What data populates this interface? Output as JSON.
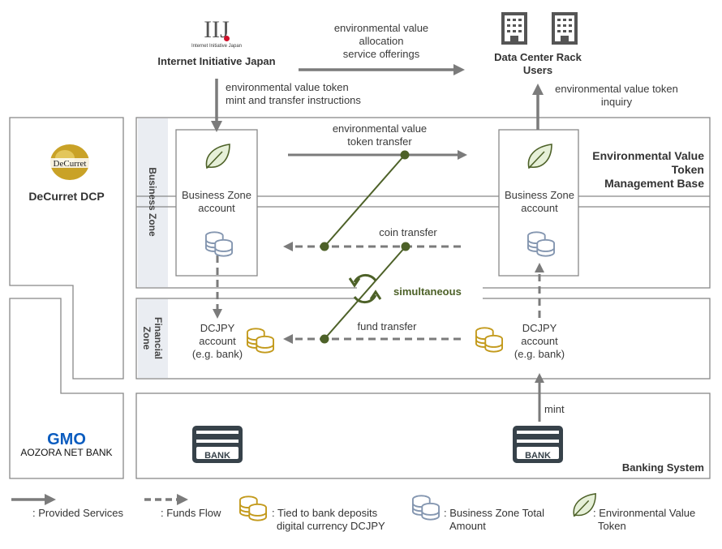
{
  "actors": {
    "iij": {
      "logo_text": "IIJ",
      "logo_subtext": "Internet Initiative Japan",
      "name": "Internet Initiative Japan"
    },
    "users": {
      "name_line1": "Data Center Rack",
      "name_line2": "Users"
    },
    "decurret": {
      "logo_text": "DeCurret",
      "name": "DeCurret DCP"
    },
    "gmo": {
      "logo_line1": "GMO",
      "logo_line2": "AOZORA NET BANK"
    }
  },
  "flows": {
    "allocation": [
      "environmental value",
      "allocation",
      "service offerings"
    ],
    "mint_instructions": [
      "environmental value token",
      "mint and transfer instructions"
    ],
    "inquiry": [
      "environmental value token",
      "inquiry"
    ],
    "token_transfer": [
      "environmental value",
      "token transfer"
    ],
    "coin_transfer": "coin transfer",
    "simultaneous": "simultaneous",
    "fund_transfer": "fund transfer",
    "mint": "mint"
  },
  "zones": {
    "business": "Business Zone",
    "financial": [
      "Financial",
      "Zone"
    ],
    "env_base": [
      "Environmental Value",
      "Token",
      "Management Base"
    ],
    "banking": "Banking System"
  },
  "accounts": {
    "business_zone": [
      "Business Zone",
      "account"
    ],
    "dcjpy": [
      "DCJPY",
      "account",
      "(e.g. bank)"
    ],
    "bank_label": "BANK"
  },
  "legend": {
    "provided": ": Provided Services",
    "funds": ": Funds Flow",
    "dcjpy": [
      ": Tied to bank deposits",
      "digital currency DCJPY"
    ],
    "bz_total": [
      ": Business Zone Total",
      "Amount"
    ],
    "token": [
      ": Environmental Value",
      "Token"
    ]
  },
  "colors": {
    "line": "#7b7b7b",
    "green": "#4d6128",
    "gold": "#c39a1c",
    "blue": "#8496b0",
    "leaf_fill": "#e6f0d8",
    "bank": "#37424a",
    "zone_label_bg": "#eaedf2",
    "gmo_blue": "#0b5cbf"
  }
}
